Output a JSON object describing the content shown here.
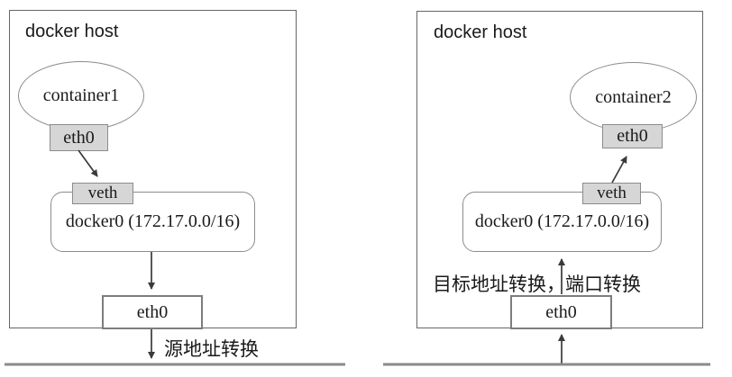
{
  "colors": {
    "box_fill": "#d6d6d6",
    "box_border": "#8c8c8c",
    "host_border": "#666666",
    "arrow_line": "#3a3a3a",
    "network_line": "#8a8a8a",
    "text": "#1a1a1a"
  },
  "panels": [
    {
      "host_label": "docker host",
      "container_label": "container1",
      "container_eth_label": "eth0",
      "veth_label": "veth",
      "bridge_label": "docker0 (172.17.0.0/16)",
      "host_eth_label": "eth0",
      "nat_label": "源地址转换"
    },
    {
      "host_label": "docker host",
      "container_label": "container2",
      "container_eth_label": "eth0",
      "veth_label": "veth",
      "bridge_label": "docker0 (172.17.0.0/16)",
      "host_eth_label": "eth0",
      "nat_label": "目标地址转换，端口转换"
    }
  ]
}
